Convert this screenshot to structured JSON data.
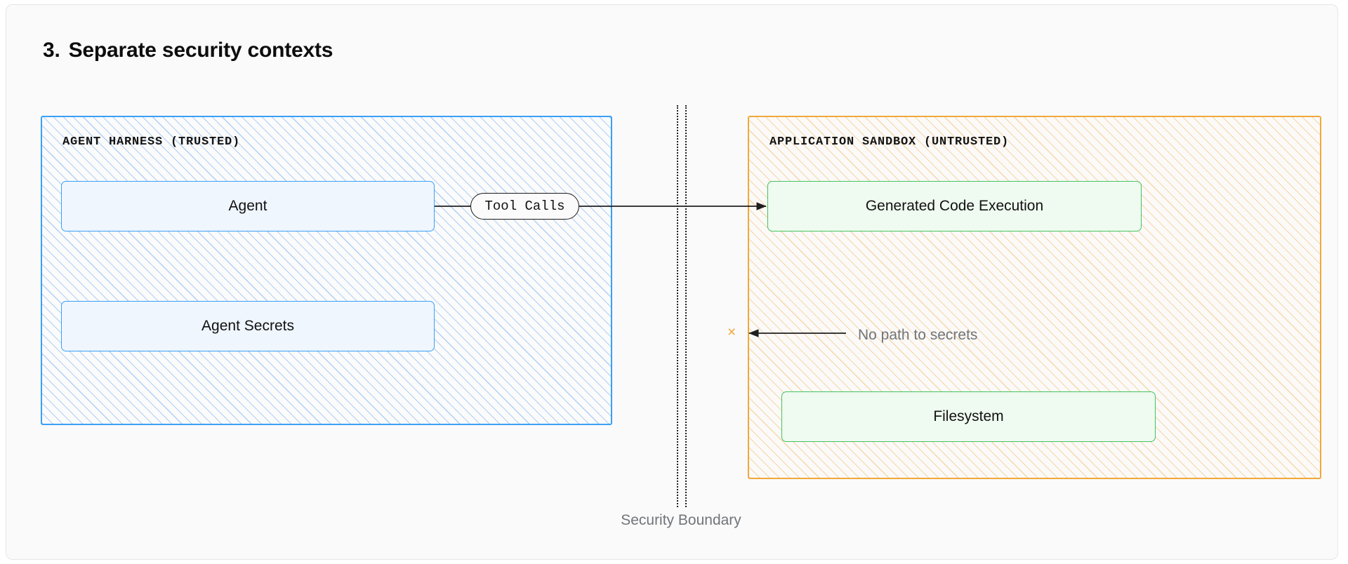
{
  "title": {
    "number": "3.",
    "text": "Separate security contexts"
  },
  "containers": {
    "trusted": {
      "label": "AGENT HARNESS (TRUSTED)",
      "border_color": "#3aa0f5",
      "nodes": [
        {
          "label": "Agent"
        },
        {
          "label": "Agent Secrets"
        }
      ]
    },
    "untrusted": {
      "label": "APPLICATION SANDBOX (UNTRUSTED)",
      "border_color": "#f0a93c",
      "nodes": [
        {
          "label": "Generated Code Execution"
        },
        {
          "label": "Filesystem"
        }
      ]
    }
  },
  "boundary": {
    "label": "Security Boundary",
    "color": "#1e1e1e"
  },
  "edges": {
    "tool_calls": {
      "label": "Tool Calls",
      "from": "Agent",
      "to": "Generated Code Execution"
    },
    "no_path": {
      "label": "No path to secrets",
      "blocked_marker": "×",
      "marker_color": "#f0a93c"
    }
  }
}
